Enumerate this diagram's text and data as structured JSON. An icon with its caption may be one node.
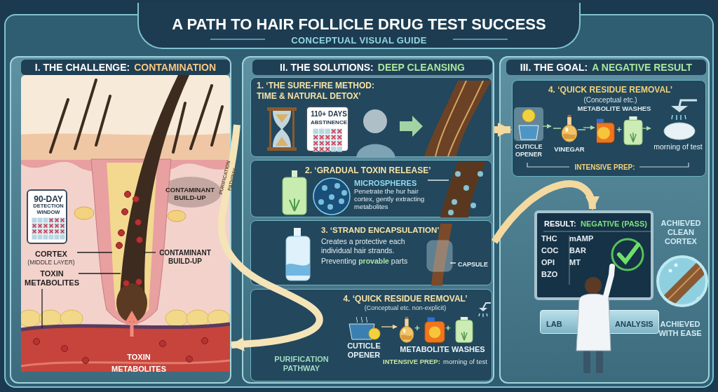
{
  "diagram": {
    "title": "A PATH TO HAIR FOLLICLE DRUG TEST SUCCESS",
    "nodes": [
      {
        "text": [
          "I. THE CHALLENGE:",
          "CONTAMINATION"
        ]
      },
      {
        "text": [
          "90-DAY",
          "DETECTION WINDOW"
        ],
        "in": 0
      },
      {
        "text": [
          "CONTAMINANT BUILD-UP"
        ],
        "in": 0
      },
      {
        "text": [
          "CORTEX",
          "(MIDDLE LAYER)"
        ],
        "in": 0
      },
      {
        "text": [
          "TOXIN METABOLITES"
        ],
        "in": 0
      },
      {
        "text": [
          "CONTAMINANT BUILD-UP"
        ],
        "in": 0
      },
      {
        "text": [
          "TOXIN METABOLITES"
        ],
        "in": 0
      },
      {
        "text": [
          "II. THE SOLUTIONS:",
          "DEEP CLEANSING"
        ]
      },
      {
        "text": [
          "1. ‘THE SURE-FIRE METHOD: TIME & NATURAL DETOX’"
        ],
        "in": 7
      },
      {
        "text": [
          "110+ DAYS",
          "ABSTINENCE"
        ],
        "in": 8
      },
      {
        "text": [
          "2. ‘GRADUAL TOXIN RELEASE’"
        ],
        "in": 7
      },
      {
        "text": [
          "MICROSPHERES",
          "Penetrate the hur hair cortex, gently extracting metabolites"
        ],
        "in": 10
      },
      {
        "text": [
          "3. ‘STRAND ENCAPSULATION’",
          "Creates a protective each individual hair strands.",
          "Preventing **provable** parts"
        ],
        "in": 7
      },
      {
        "text": [
          "CAPSULE"
        ],
        "in": 12
      },
      {
        "text": [
          "4. ‘QUICK RESIDUE REMOVAL’",
          "(Conceptual etc. non-explicit)"
        ],
        "in": 7
      },
      {
        "text": [
          "CUTICLE OPENER"
        ],
        "in": 14
      },
      {
        "text": [],
        "shape": "picture",
        "in": 14
      },
      {
        "text": [],
        "shape": "picture",
        "in": 14
      },
      {
        "text": [],
        "shape": "picture",
        "in": 14
      },
      {
        "text": [
          "III. THE GOAL:",
          "A NEGATIVE RESULT"
        ]
      },
      {
        "text": [
          "4. ‘QUICK RESIDUE REMOVAL’",
          "(Conceptual etc.)"
        ],
        "in": 19
      },
      {
        "text": [
          "CUTICLE OPENER"
        ],
        "in": 20
      },
      {
        "text": [
          "VINEGAR"
        ],
        "in": 20
      },
      {
        "text": [],
        "shape": "picture",
        "in": 20
      },
      {
        "text": [],
        "shape": "picture",
        "in": 20
      },
      {
        "text": [
          "morning of test"
        ],
        "in": 20
      },
      {
        "text": [
          "RESULT:",
          "NEGATIVE (PASS)"
        ],
        "in": 19
      },
      {
        "text": [
          "LAB",
          "ANALYSIS"
        ],
        "in": 19
      },
      {
        "text": [],
        "shape": "circle",
        "in": 19
      }
    ],
    "edges": [
      {
        "from": 7,
        "to": 20,
        "arrow": "to",
        "style": "thick",
        "color": "#f3d9a0"
      },
      {
        "from": 7,
        "to": 26,
        "arrow": "to",
        "style": "thick",
        "color": "#f3d9a0"
      },
      {
        "from": 15,
        "to": 16,
        "arrow": "to",
        "color": "#f3d9a0"
      },
      {
        "from": 21,
        "to": 22,
        "arrow": "to",
        "color": "#a8dca8"
      },
      {
        "from": 22,
        "to": 23,
        "arrow": "to",
        "color": "#a8dca8"
      },
      {
        "from": 24,
        "to": 25,
        "arrow": "to",
        "color": "#a8dca8"
      },
      {
        "from": 3,
        "to": null,
        "arrow": "none"
      },
      {
        "from": 4,
        "to": null,
        "arrow": "none"
      },
      {
        "from": 4,
        "to": null,
        "arrow": "none"
      },
      {
        "from": 5,
        "to": null,
        "arrow": "none"
      },
      {
        "from": 11,
        "to": null,
        "arrow": "none",
        "color": "#ffffff"
      },
      {
        "from": 13,
        "to": null,
        "arrow": "none",
        "color": "#ffffff"
      },
      {
        "from": null,
        "to": 0,
        "arrow": "to",
        "style": "thick",
        "color": "#f4e4b8",
        "label": "PURIFICATION PATHWAY"
      }
    ],
    "labels": [
      "CONCEPTUAL VISUAL GUIDE",
      "PURIFICATION PATHWAY",
      "+",
      "+",
      "METABOLITE WASHES",
      "INTENSIVE PREP:",
      "morning of test",
      "METABOLITE WASHES",
      "+",
      "INTENSIVE PREP:",
      "THC",
      "mAMP",
      "COC",
      "BAR",
      "OPI",
      "MT",
      "BZO",
      "ACHIEVED CLEAN CORTEX",
      "ACHIEVED WITH EASE"
    ]
  }
}
